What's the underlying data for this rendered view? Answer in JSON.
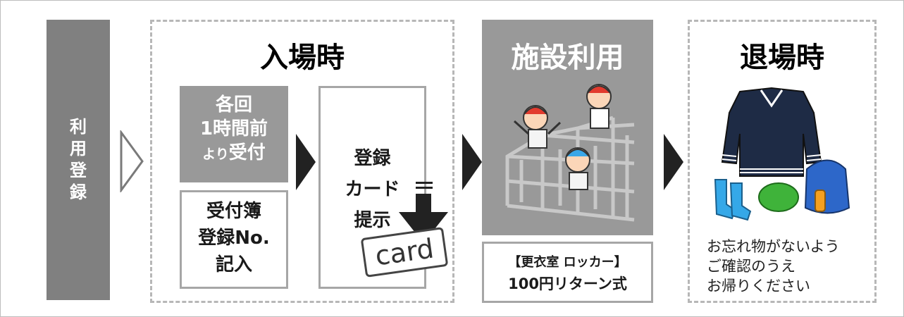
{
  "registration": {
    "label": "利用登録"
  },
  "entry": {
    "title": "入場時",
    "reception_line1": "各回",
    "reception_line2": "1時間前",
    "reception_line3_small": "より",
    "reception_line3_main": "受付",
    "logbook_line1": "受付簿",
    "logbook_line2": "登録No.",
    "logbook_line3": "記入",
    "show_line1": "登録",
    "show_line2": "カード",
    "show_line3": "提示",
    "card_label": "card"
  },
  "facility": {
    "title": "施設利用",
    "locker_line1": "【更衣室 ロッカー】",
    "locker_line2": "100円リターン式"
  },
  "exit": {
    "title": "退場時",
    "note_line1": "お忘れ物がないよう",
    "note_line2": "ご確認のうえ",
    "note_line3": "お帰りください"
  },
  "colors": {
    "grey_box": "#999999",
    "bar": "#808080",
    "arrow": "#222222",
    "dash": "#b7b7b7"
  }
}
